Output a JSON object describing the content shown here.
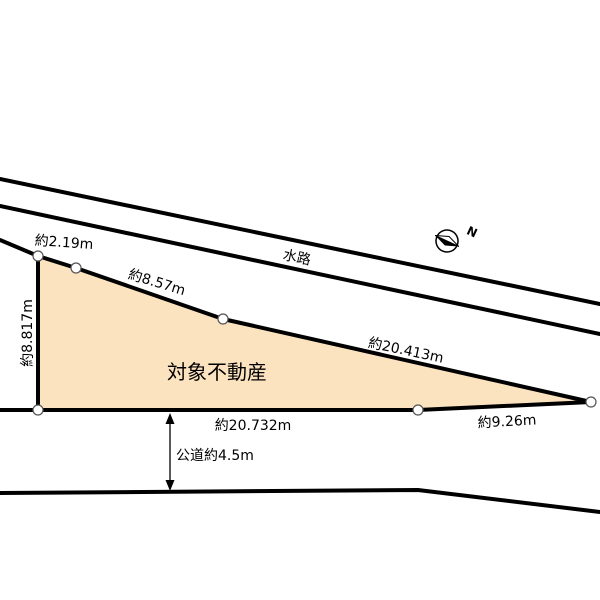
{
  "waterway": {
    "label": "水路"
  },
  "plot": {
    "label": "対象不動産",
    "fill_color": "#fbe3c0"
  },
  "dimensions": {
    "top_left": "約2.19m",
    "top_middle": "約8.57m",
    "top_right": "約20.413m",
    "left": "約8.817m",
    "bottom": "約20.732m",
    "bottom_right": "約9.26m"
  },
  "road": {
    "label": "公道約4.5m"
  },
  "compass": {
    "label": "N",
    "icon": "north-arrow-icon"
  },
  "colors": {
    "line": "#000000",
    "plot_fill": "#fbe3c0"
  }
}
